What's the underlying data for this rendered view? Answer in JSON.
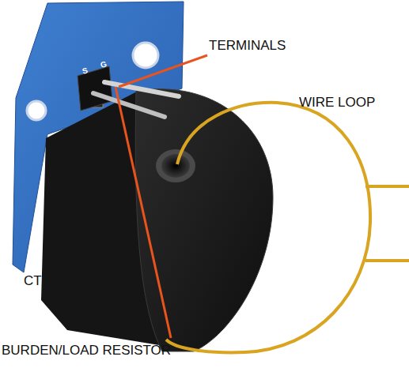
{
  "diagram": {
    "labels": [
      "TERMINALS",
      "WIRE LOOP",
      "CT",
      "BURDEN/LOAD RESISTOR",
      "S",
      "G"
    ]
  }
}
